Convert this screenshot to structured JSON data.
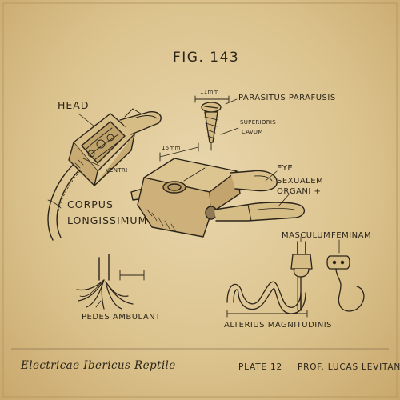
{
  "figure": {
    "number_label": "FIG. 143",
    "labels": {
      "head": "HEAD",
      "ventri": "VENTRI",
      "corpus": "CORPUS",
      "longissimum": "LONGISSIMUM",
      "screw_size": "11mm",
      "parasitus": "PARASITUS PARAFUSIS",
      "superioris": "SUPERIORIS",
      "cavum": "CAVUM",
      "plug_size": "15mm",
      "eye": "EYE",
      "sexualem": "SEXUALEM",
      "organi": "ORGANI +",
      "masculum": "MASCULUM",
      "feminam": "FEMINAM",
      "pedes": "PEDES AMBULANT",
      "alterius": "ALTERIUS MAGNITUDINIS"
    }
  },
  "footer": {
    "caption": "Electricae Ibericus Reptile",
    "plate": "PLATE 12",
    "author": "PROF. LUCAS LEVITAN"
  },
  "colors": {
    "paper": "#e2cc99",
    "ink": "#2b2418",
    "shade": "#7a6a52"
  }
}
